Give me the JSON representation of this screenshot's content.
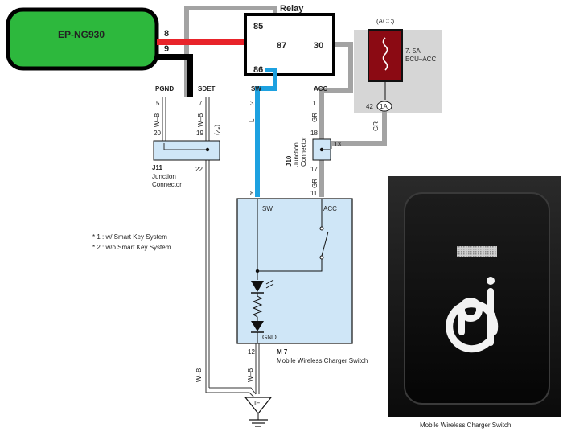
{
  "module": {
    "name": "EP-NG930",
    "pin_8": "8",
    "pin_9": "9"
  },
  "relay": {
    "title": "Relay",
    "pin_85": "85",
    "pin_87": "87",
    "pin_30": "30",
    "pin_86": "86"
  },
  "fuse": {
    "header": "(ACC)",
    "rating": "7. 5A",
    "name": "ECU–ACC",
    "pin_42": "42",
    "connector": "1A"
  },
  "wire_labels": {
    "pgnd": "PGND",
    "sdet": "SDET",
    "sw": "SW",
    "acc": "ACC",
    "wb": "W–B",
    "l": "L",
    "gr": "GR",
    "note2": "(*2)"
  },
  "pins": {
    "pgnd_top": "5",
    "pgnd_bot": "20",
    "sdet_top": "7",
    "sdet_mid": "19",
    "sdet_bot": "22",
    "sw_top": "3",
    "sw_bot": "8",
    "acc_top": "1",
    "acc_mid": "18",
    "acc_17": "17",
    "acc_bot": "11",
    "j10_13": "13",
    "m7_gnd": "12"
  },
  "j11": {
    "id": "J11",
    "line1": "Junction",
    "line2": "Connector"
  },
  "j10": {
    "id": "J10",
    "line1": "Junction",
    "line2": "Connector"
  },
  "notes": {
    "n1": "* 1 : w/ Smart Key System",
    "n2": "* 2 : w/o Smart Key System"
  },
  "switch_box": {
    "sw": "SW",
    "acc": "ACC",
    "gnd": "GND",
    "id": "M 7",
    "name": "Mobile Wireless Charger Switch"
  },
  "ground": {
    "label": "IE"
  },
  "photo": {
    "caption": "Mobile Wireless Charger Switch"
  },
  "colors": {
    "module_green": "#2db83d",
    "wire_red": "#e8232a",
    "wire_blue": "#1da1e0",
    "wire_gray": "#a3a3a3",
    "box_blue": "#cfe6f7",
    "fuse_red": "#8b0a13"
  }
}
